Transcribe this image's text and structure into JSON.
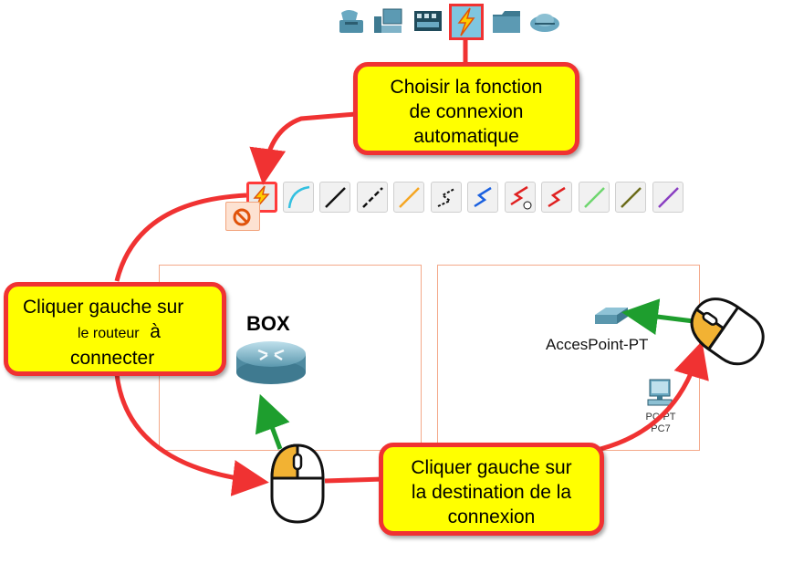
{
  "callouts": {
    "top": {
      "line1": "Choisir la fonction",
      "line2": "de connexion",
      "line3": "automatique"
    },
    "left": {
      "line1": "Cliquer gauche sur",
      "line2a": "le routeur",
      "line2b": "à",
      "line3": "connecter"
    },
    "bottom": {
      "line1": "Cliquer gauche sur",
      "line2": "la destination de la",
      "line3": "connexion"
    }
  },
  "workspace": {
    "router_label": "BOX",
    "access_point_label": "AccesPoint-PT",
    "pc_label_line1": "PC-PT",
    "pc_label_line2": "PC7"
  },
  "toolbars": {
    "devices": [
      "network-devices-icon",
      "end-devices-icon",
      "components-icon",
      "connections-icon",
      "misc-icon",
      "multiuser-cloud-icon"
    ],
    "connections": [
      "automatic-connection-icon",
      "console-cable-icon",
      "copper-straight-icon",
      "copper-cross-icon",
      "fiber-icon",
      "phone-cable-icon",
      "coaxial-cable-icon",
      "serial-dce-icon",
      "serial-dte-icon",
      "octal-cable-icon",
      "iot-custom-cable-icon",
      "usb-cable-icon"
    ]
  },
  "colors": {
    "callout_fill": "#ffff00",
    "callout_border": "#f03232",
    "arrow_red": "#f03232",
    "arrow_green": "#1e9e2e"
  }
}
